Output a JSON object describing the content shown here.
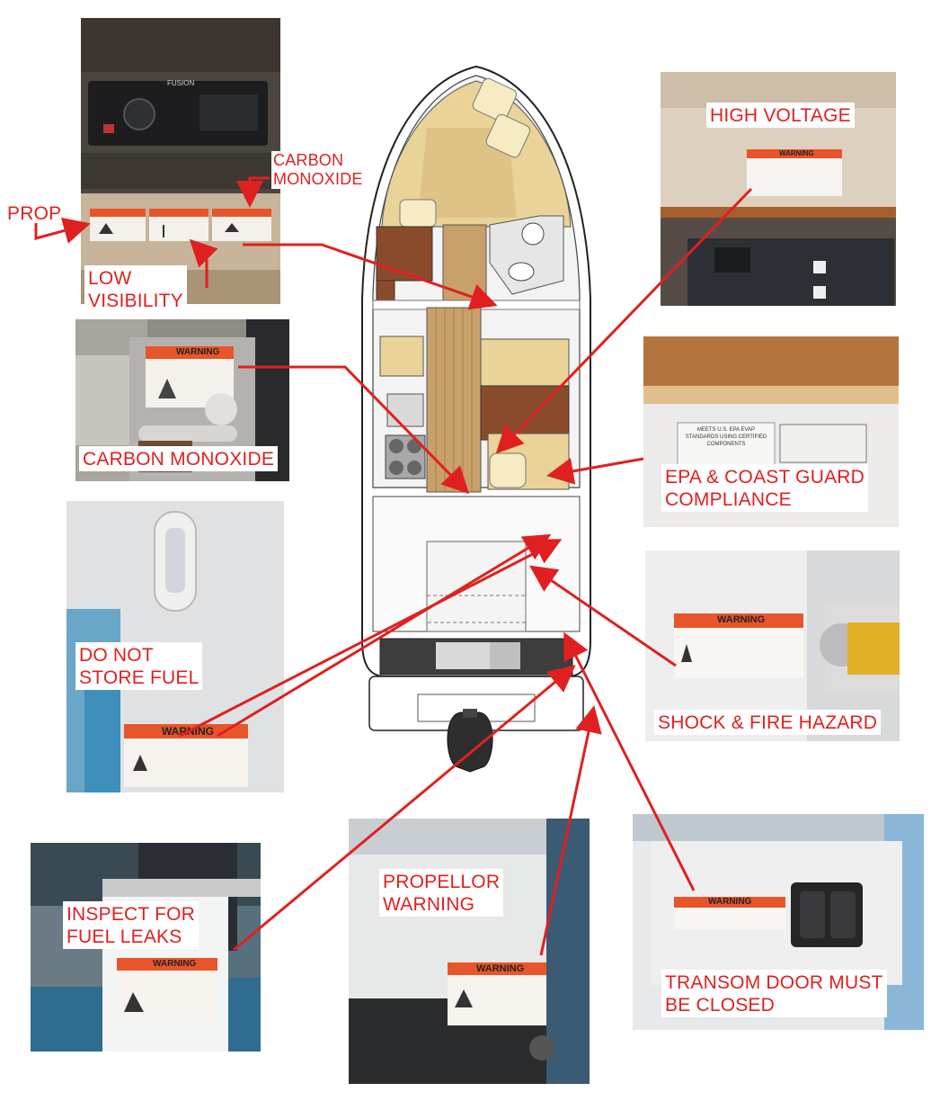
{
  "callouts": {
    "prop": "PROP",
    "co_top": "CARBON\nMONOXIDE",
    "low_visibility": "LOW\nVISIBILITY",
    "co_mid": "CARBON MONOXIDE",
    "do_not_store_fuel": "DO NOT\nSTORE FUEL",
    "inspect_fuel_leaks": "INSPECT FOR\nFUEL LEAKS",
    "propellor_warning": "PROPELLOR\nWARNING",
    "high_voltage": "HIGH VOLTAGE",
    "epa_compliance": "EPA & COAST GUARD\nCOMPLIANCE",
    "shock_fire": "SHOCK & FIRE HAZARD",
    "transom_door": "TRANSOM DOOR MUST\nBE CLOSED"
  },
  "labels": {
    "warning": "WARNING",
    "radio_brand": "FUSION",
    "epa_label": "MEETS U.S. EPA EVAP STANDARDS USING CERTIFIED COMPONENTS"
  },
  "colors": {
    "callout_red": "#e02020",
    "warning_orange": "#e8552a",
    "teak": "#c9a06a",
    "cushion": "#e9d398",
    "brown": "#8a4b2c"
  }
}
